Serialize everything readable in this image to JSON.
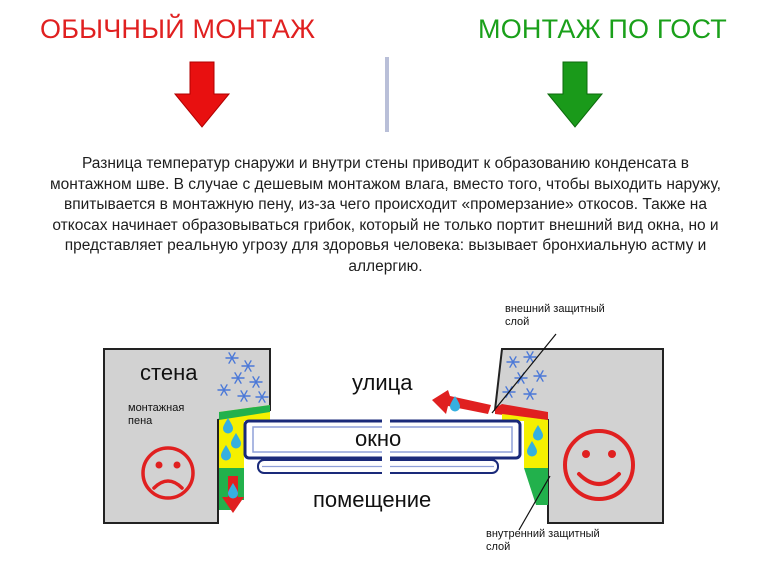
{
  "headings": {
    "left": "ОБЫЧНЫЙ МОНТАЖ",
    "right": "МОНТАЖ ПО ГОСТ"
  },
  "description": "Разница температур снаружи и внутри стены приводит к образованию конденсата в монтажном шве. В случае с дешевым монтажом влага, вместо того, чтобы выходить наружу, впитывается в монтажную пену, из-за чего происходит «промерзание» откосов. Также на откосах начинает образовываться грибок, который не только портит внешний вид окна, но и представляет реальную угрозу для здоровья человека: вызывает бронхиальную астму и аллергию.",
  "labels": {
    "wall": "стена",
    "foam": "монтажная\nпена",
    "street": "улица",
    "window": "окно",
    "room": "помещение",
    "outer_layer": "внешний защитный\nслой",
    "inner_layer": "внутренний защитный\nслой"
  },
  "colors": {
    "bad": "#e02020",
    "good": "#1aa01a",
    "wall": "#d2d2d2",
    "foam": "#f5f000",
    "green_layer": "#22b14c",
    "snow": "#4a78d8",
    "drop": "#35b0e0"
  },
  "icons": {
    "left_arrow": "down-arrow-red",
    "right_arrow": "down-arrow-green",
    "sad_face": "sad-face",
    "happy_face": "happy-face"
  }
}
